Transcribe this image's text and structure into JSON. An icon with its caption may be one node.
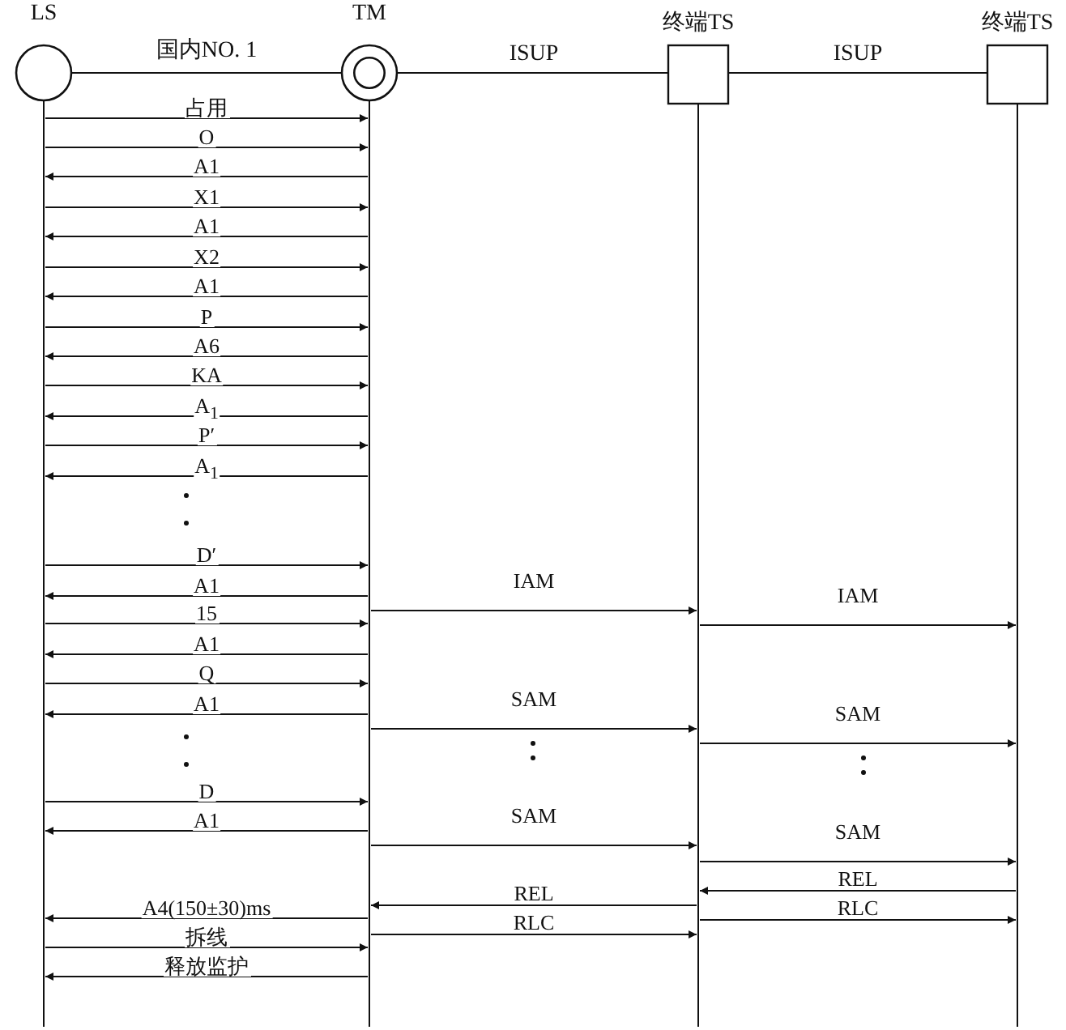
{
  "diagram": {
    "nodes": [
      {
        "text": [
          "LS"
        ]
      },
      {
        "text": [
          "TM"
        ]
      },
      {
        "text": [
          "终端TS"
        ]
      },
      {
        "text": [
          "终端TS"
        ]
      }
    ],
    "edges": [
      {
        "from": 0,
        "to": 1,
        "arrow": "none",
        "label": "国内NO. 1"
      },
      {
        "from": 1,
        "to": 2,
        "arrow": "none",
        "label": "ISUP"
      },
      {
        "from": 2,
        "to": 3,
        "arrow": "none",
        "label": "ISUP"
      },
      {
        "from": 0,
        "to": 1,
        "arrow": "to",
        "label": "占用"
      },
      {
        "from": 0,
        "to": 1,
        "arrow": "to",
        "label": "O"
      },
      {
        "from": 1,
        "to": 0,
        "arrow": "to",
        "label": "A1"
      },
      {
        "from": 0,
        "to": 1,
        "arrow": "to",
        "label": "X1"
      },
      {
        "from": 1,
        "to": 0,
        "arrow": "to",
        "label": "A1"
      },
      {
        "from": 0,
        "to": 1,
        "arrow": "to",
        "label": "X2"
      },
      {
        "from": 1,
        "to": 0,
        "arrow": "to",
        "label": "A1"
      },
      {
        "from": 0,
        "to": 1,
        "arrow": "to",
        "label": "P"
      },
      {
        "from": 1,
        "to": 0,
        "arrow": "to",
        "label": "A6"
      },
      {
        "from": 0,
        "to": 1,
        "arrow": "to",
        "label": "KA"
      },
      {
        "from": 1,
        "to": 0,
        "arrow": "to",
        "label": "A$_{1}$"
      },
      {
        "from": 0,
        "to": 1,
        "arrow": "to",
        "label": "P′"
      },
      {
        "from": 1,
        "to": 0,
        "arrow": "to",
        "label": "A$_{1}$"
      },
      {
        "from": 0,
        "to": 1,
        "arrow": "to",
        "label": "D′"
      },
      {
        "from": 1,
        "to": 0,
        "arrow": "to",
        "label": "A1"
      },
      {
        "from": 0,
        "to": 1,
        "arrow": "to",
        "label": "15"
      },
      {
        "from": 1,
        "to": 2,
        "arrow": "to",
        "label": "IAM"
      },
      {
        "from": 2,
        "to": 3,
        "arrow": "to",
        "label": "IAM"
      },
      {
        "from": 1,
        "to": 0,
        "arrow": "to",
        "label": "A1"
      },
      {
        "from": 0,
        "to": 1,
        "arrow": "to",
        "label": "Q"
      },
      {
        "from": 1,
        "to": 0,
        "arrow": "to",
        "label": "A1"
      },
      {
        "from": 1,
        "to": 2,
        "arrow": "to",
        "label": "SAM"
      },
      {
        "from": 2,
        "to": 3,
        "arrow": "to",
        "label": "SAM"
      },
      {
        "from": 0,
        "to": 1,
        "arrow": "to",
        "label": "D"
      },
      {
        "from": 1,
        "to": 0,
        "arrow": "to",
        "label": "A1"
      },
      {
        "from": 1,
        "to": 2,
        "arrow": "to",
        "label": "SAM"
      },
      {
        "from": 2,
        "to": 3,
        "arrow": "to",
        "label": "SAM"
      },
      {
        "from": 3,
        "to": 2,
        "arrow": "to",
        "label": "REL"
      },
      {
        "from": 2,
        "to": 1,
        "arrow": "to",
        "label": "REL"
      },
      {
        "from": 1,
        "to": 0,
        "arrow": "to",
        "label": "A4(150±30)ms"
      },
      {
        "from": 2,
        "to": 3,
        "arrow": "to",
        "label": "RLC"
      },
      {
        "from": 1,
        "to": 2,
        "arrow": "to",
        "label": "RLC"
      },
      {
        "from": 0,
        "to": 1,
        "arrow": "to",
        "label": "拆线"
      },
      {
        "from": 1,
        "to": 0,
        "arrow": "to",
        "label": "释放监护"
      }
    ]
  }
}
